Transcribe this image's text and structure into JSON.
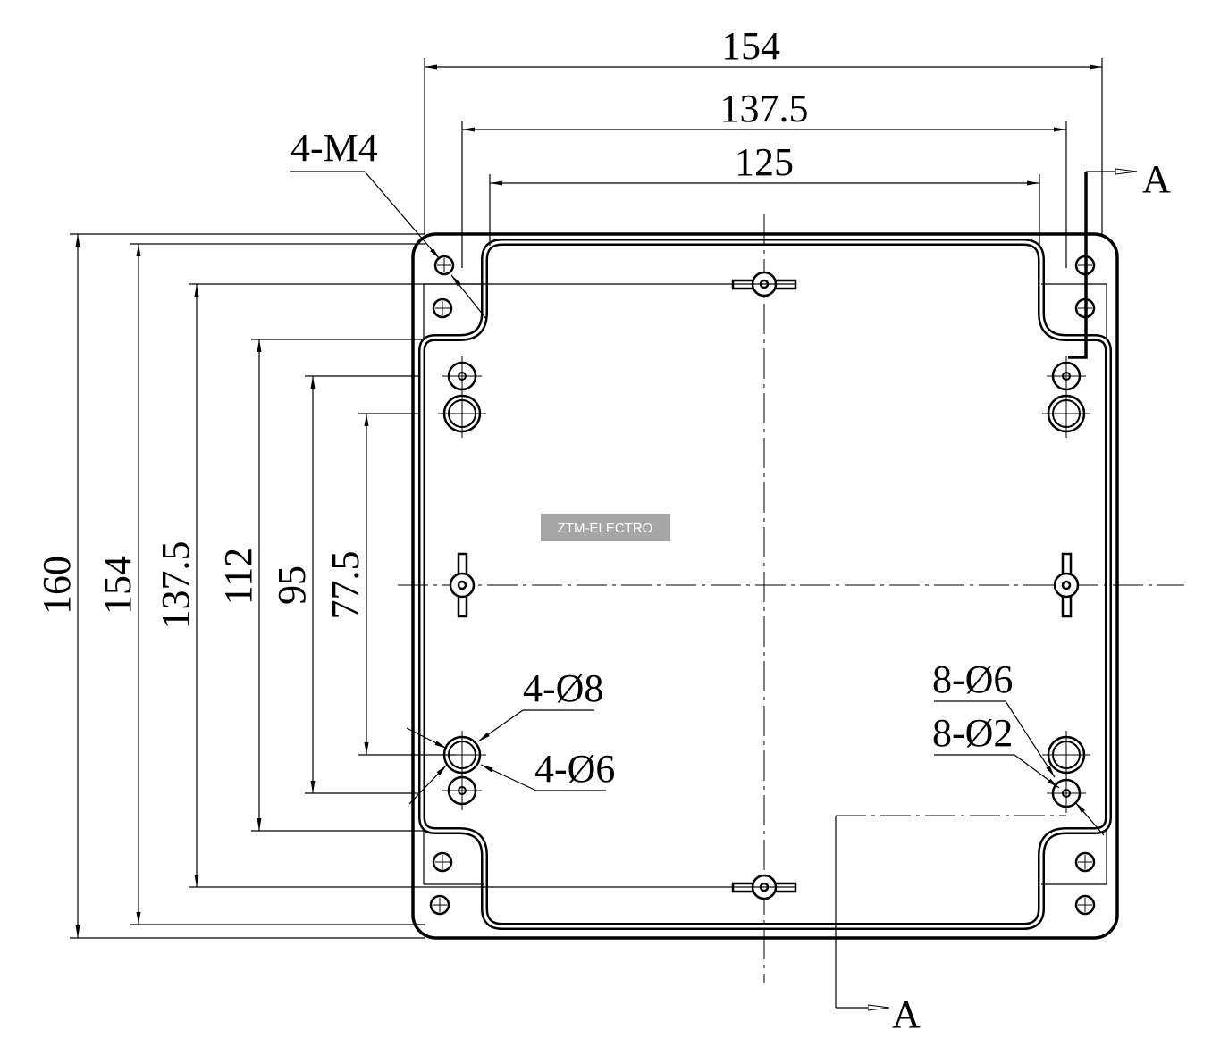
{
  "drawing": {
    "watermark": "ZTM-ELECTRO",
    "horizontal_dimensions": [
      "154",
      "137.5",
      "125"
    ],
    "vertical_dimensions": [
      "160",
      "154",
      "137.5",
      "112",
      "95",
      "77.5"
    ],
    "callouts": {
      "corner_thread": "4-M4",
      "outer_boss": "4-Ø8",
      "inner_boss": "4-Ø6",
      "holes_large": "8-Ø6",
      "holes_small": "8-Ø2"
    },
    "section_label_top": "A",
    "section_label_bottom": "A"
  }
}
